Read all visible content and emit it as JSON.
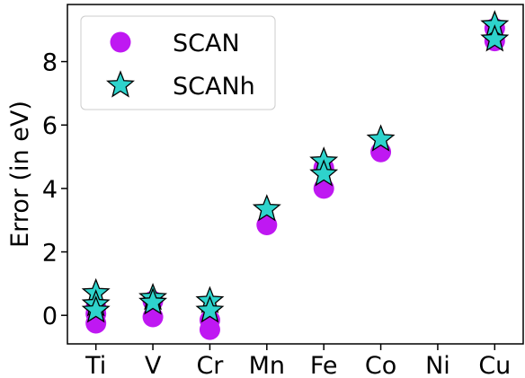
{
  "chart_data": {
    "type": "scatter",
    "categories": [
      "Ti",
      "V",
      "Cr",
      "Mn",
      "Fe",
      "Co",
      "Ni",
      "Cu"
    ],
    "ylabel": "Error (in eV)",
    "ylim": [
      -0.9,
      9.8
    ],
    "yticks": [
      0,
      2,
      4,
      6,
      8
    ],
    "grid": false,
    "legend_position": "top-left",
    "series": [
      {
        "name": "SCAN",
        "marker": "circle",
        "color": "#bf18f2",
        "points": [
          {
            "x": "Ti",
            "y": -0.25
          },
          {
            "x": "Ti",
            "y": 0.05
          },
          {
            "x": "Ti",
            "y": 0.25
          },
          {
            "x": "V",
            "y": -0.05
          },
          {
            "x": "V",
            "y": 0.45
          },
          {
            "x": "Cr",
            "y": -0.45
          },
          {
            "x": "Cr",
            "y": -0.15
          },
          {
            "x": "Mn",
            "y": 2.85
          },
          {
            "x": "Fe",
            "y": 4.0
          },
          {
            "x": "Fe",
            "y": 4.65
          },
          {
            "x": "Co",
            "y": 5.15
          },
          {
            "x": "Cu",
            "y": 8.65
          },
          {
            "x": "Cu",
            "y": 9.05
          }
        ]
      },
      {
        "name": "SCANh",
        "marker": "star",
        "color": "#2ed3cc",
        "points": [
          {
            "x": "Ti",
            "y": 0.7
          },
          {
            "x": "Ti",
            "y": 0.35
          },
          {
            "x": "Ti",
            "y": 0.15
          },
          {
            "x": "V",
            "y": 0.55
          },
          {
            "x": "V",
            "y": 0.4
          },
          {
            "x": "Cr",
            "y": 0.45
          },
          {
            "x": "Cr",
            "y": 0.15
          },
          {
            "x": "Mn",
            "y": 3.35
          },
          {
            "x": "Fe",
            "y": 4.85
          },
          {
            "x": "Fe",
            "y": 4.45
          },
          {
            "x": "Co",
            "y": 5.55
          },
          {
            "x": "Cu",
            "y": 9.15
          },
          {
            "x": "Cu",
            "y": 8.7
          }
        ]
      }
    ]
  }
}
